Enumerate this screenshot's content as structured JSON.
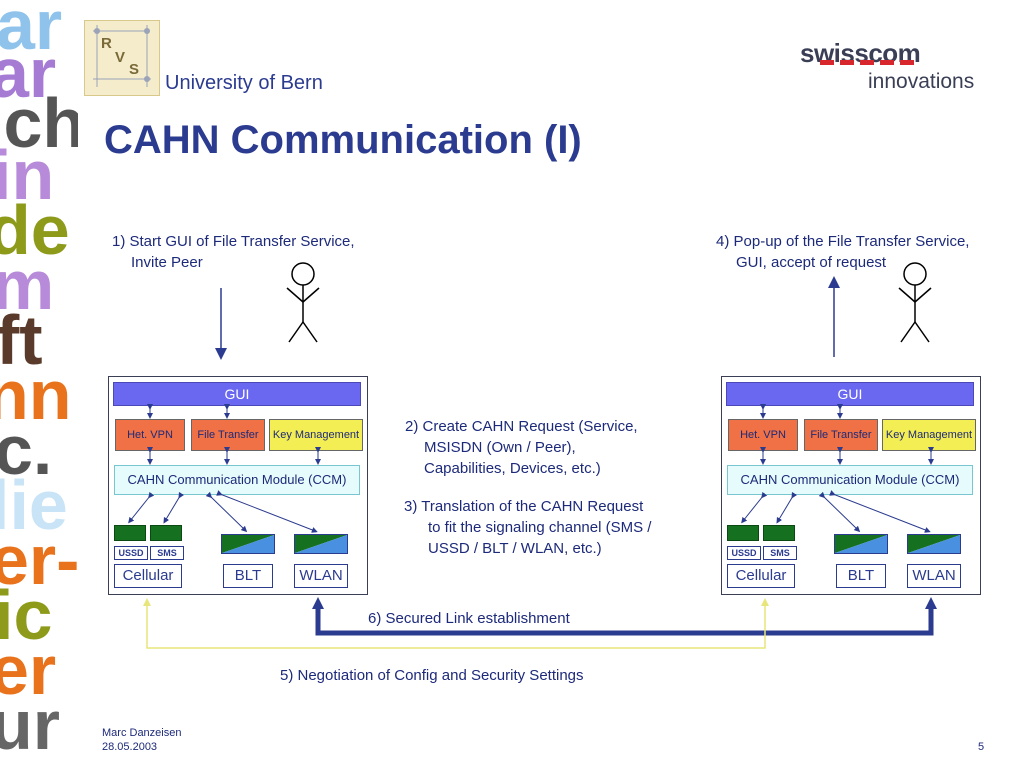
{
  "header": {
    "university": "University of Bern",
    "title": "CAHN Communication (I)",
    "company": "swisscom",
    "company_sub": "innovations",
    "logo_letters": [
      "R",
      "V",
      "S"
    ]
  },
  "strip_words": [
    "ar",
    "ar",
    "ich",
    "in",
    "de",
    "m",
    "ft",
    "nn",
    "c.",
    "lie",
    "er-",
    "ic",
    "er",
    "ur"
  ],
  "steps": {
    "s1_line1": "1) Start GUI of File Transfer Service,",
    "s1_line2": "Invite Peer",
    "s4_line1": "4) Pop-up of the File Transfer Service,",
    "s4_line2": "GUI, accept of request",
    "s2_line1": "2) Create CAHN Request (Service,",
    "s2_line2": "MSISDN (Own / Peer),",
    "s2_line3": "Capabilities, Devices, etc.)",
    "s3_line1": "3) Translation of the CAHN Request",
    "s3_line2": "to fit the signaling channel (SMS /",
    "s3_line3": "USSD / BLT / WLAN, etc.)",
    "s6": "6) Secured Link establishment",
    "s5": "5) Negotiation of Config and Security Settings"
  },
  "device": {
    "gui": "GUI",
    "het_vpn": "Het. VPN",
    "file_transfer": "File Transfer",
    "key_mgmt": "Key Management",
    "ccm": "CAHN Communication Module (CCM)",
    "ussd": "USSD",
    "sms": "SMS",
    "cellular": "Cellular",
    "blt": "BLT",
    "wlan": "WLAN"
  },
  "colors": {
    "title": "#2b3b8f",
    "gui": "#6a68f0",
    "module_orange": "#ef7145",
    "module_yellow": "#f4ee55",
    "ccm": "#e6fbfc",
    "green": "#15701f",
    "blue": "#4a90e0",
    "secured_link": "#2b3b8f",
    "negotiation_link": "#f4f48a",
    "accent_red": "#d7262c"
  },
  "footer": {
    "author": "Marc Danzeisen",
    "date": "28.05.2003",
    "page": "5"
  }
}
